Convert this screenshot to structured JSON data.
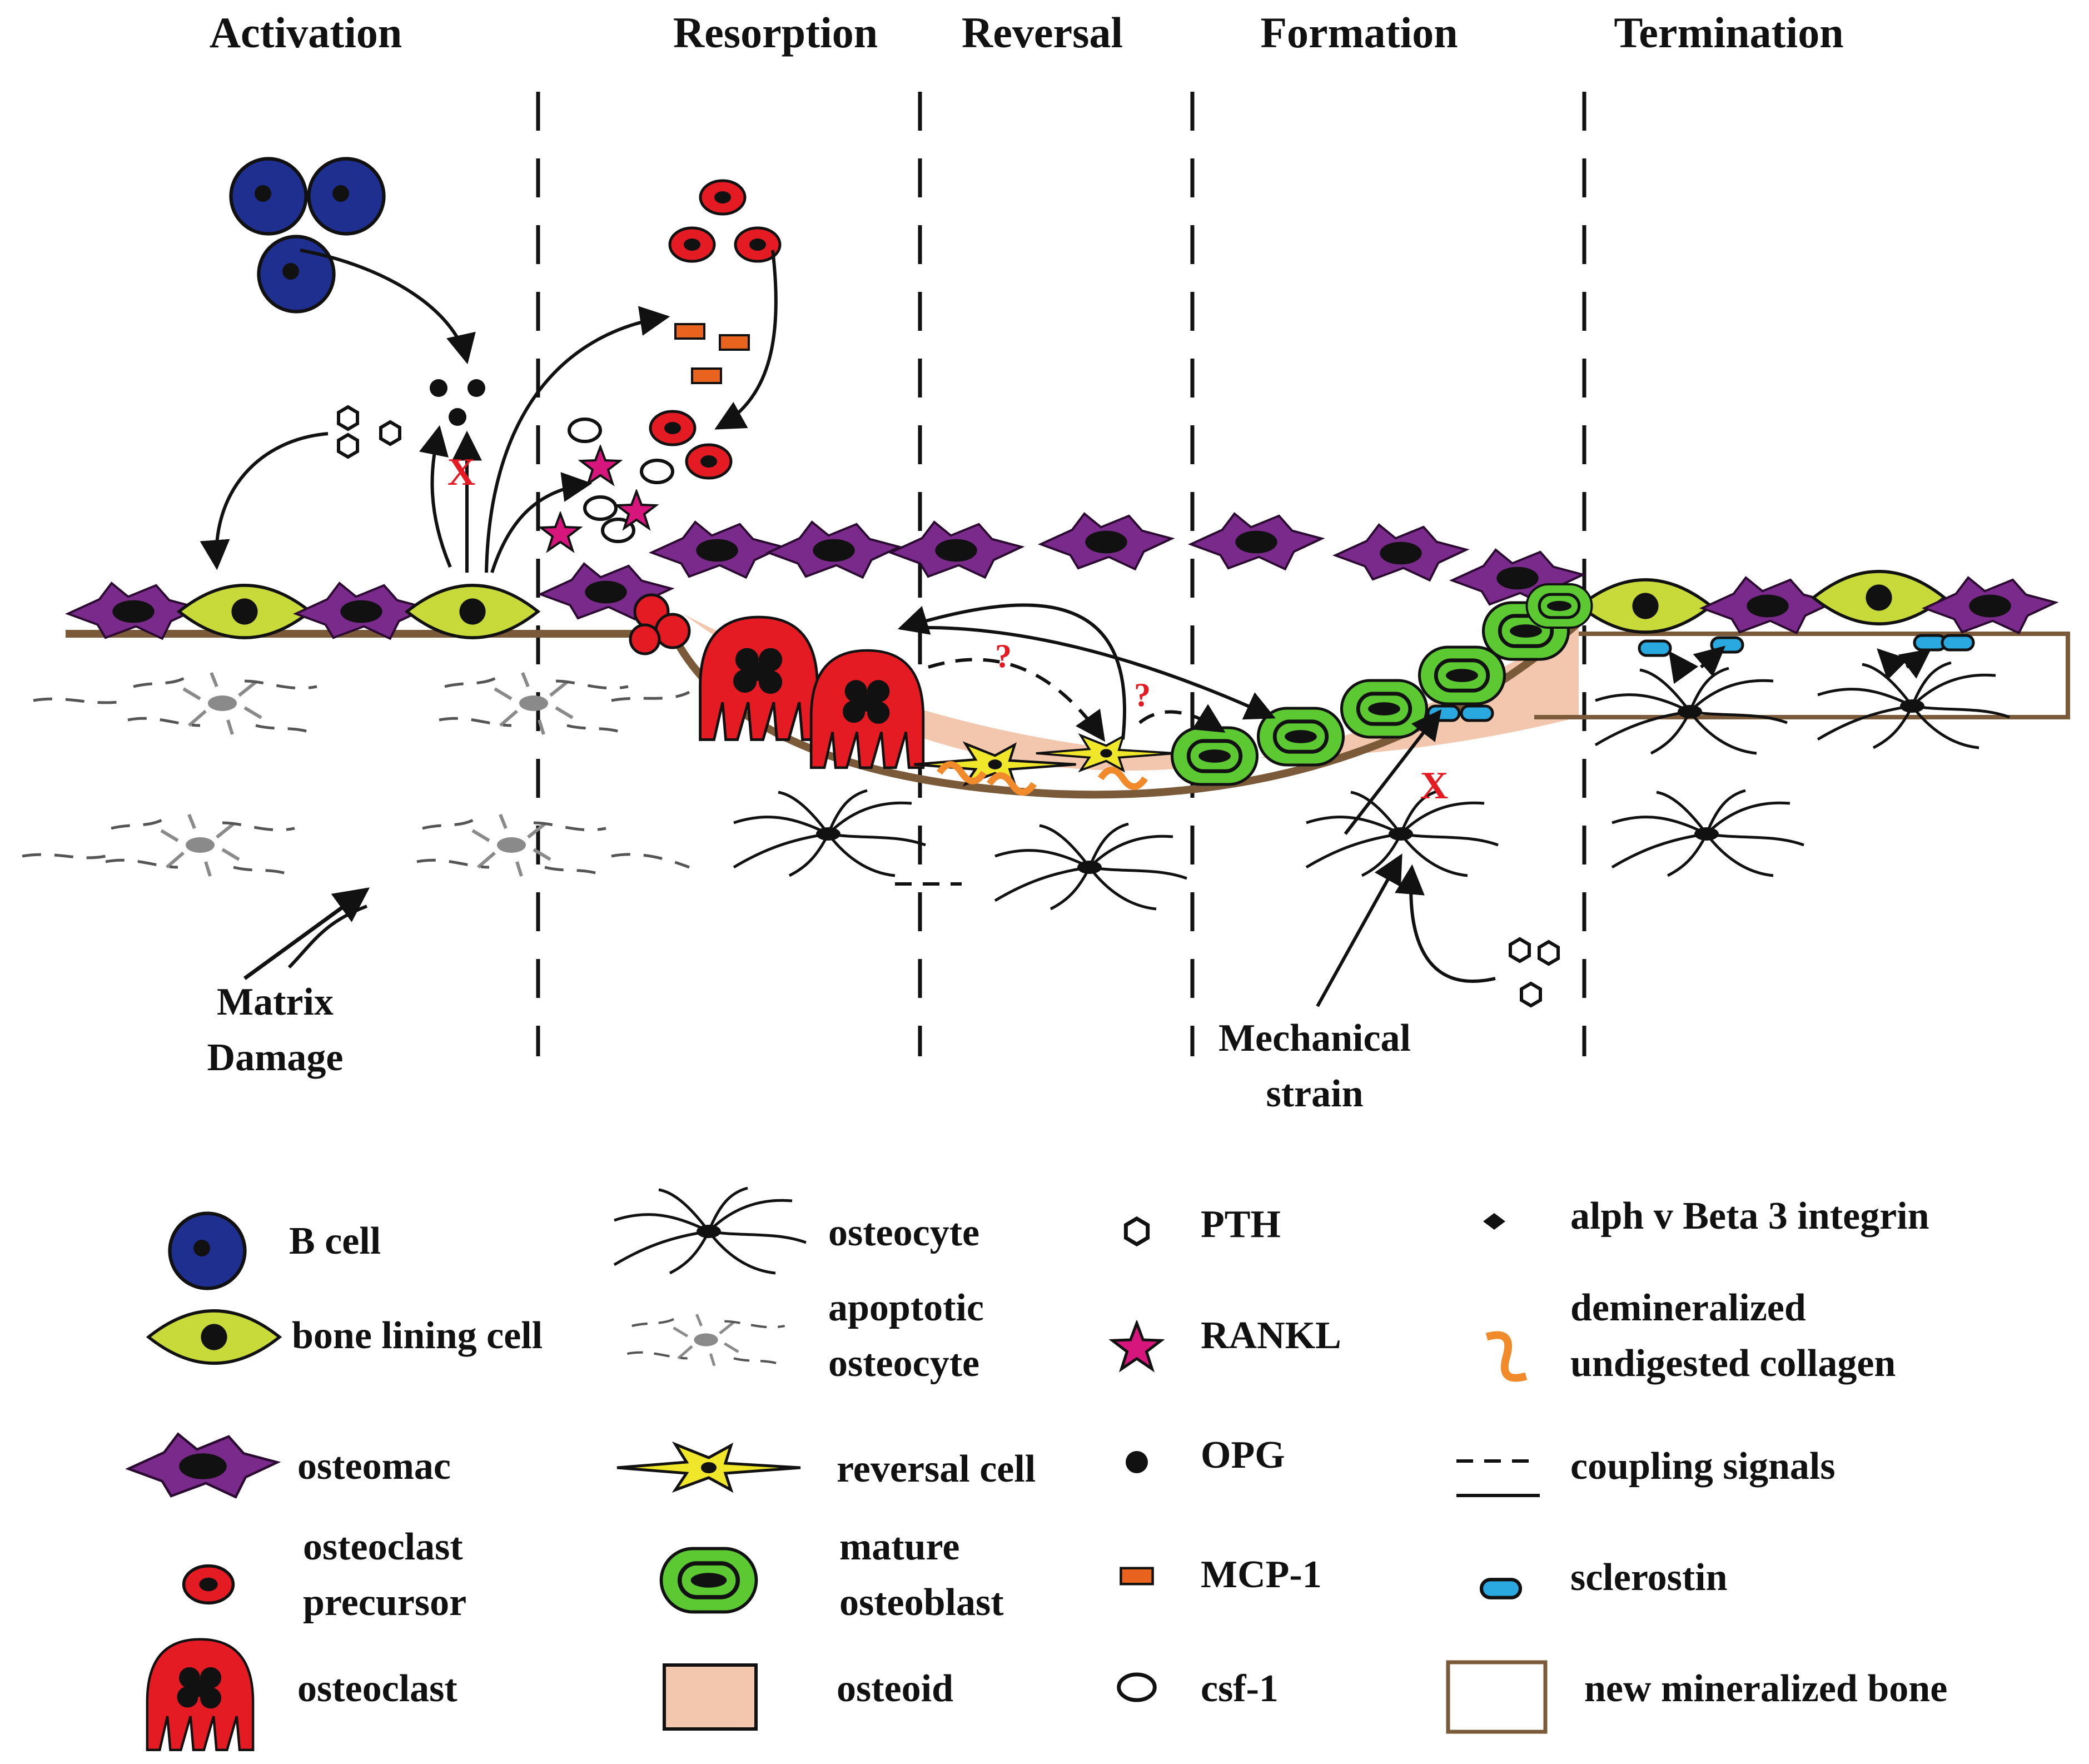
{
  "phases": [
    "Activation",
    "Resorption",
    "Reversal",
    "Formation",
    "Termination"
  ],
  "annotations": {
    "matrix_damage": [
      "Matrix",
      "Damage"
    ],
    "mechanical_strain": [
      "Mechanical",
      "strain"
    ],
    "question_mark": "?",
    "inhibition_mark": "X"
  },
  "legend": [
    {
      "icon": "b-cell-icon",
      "lines": [
        "B cell"
      ]
    },
    {
      "icon": "bone-lining-cell-icon",
      "lines": [
        "bone lining cell"
      ]
    },
    {
      "icon": "osteomac-icon",
      "lines": [
        "osteomac"
      ]
    },
    {
      "icon": "osteoclast-precursor-icon",
      "lines": [
        "osteoclast",
        "precursor"
      ]
    },
    {
      "icon": "osteoclast-icon",
      "lines": [
        "osteoclast"
      ]
    },
    {
      "icon": "osteocyte-icon",
      "lines": [
        "osteocyte"
      ]
    },
    {
      "icon": "apoptotic-osteocyte-icon",
      "lines": [
        "apoptotic",
        "osteocyte"
      ]
    },
    {
      "icon": "reversal-cell-icon",
      "lines": [
        "reversal cell"
      ]
    },
    {
      "icon": "mature-osteoblast-icon",
      "lines": [
        "mature",
        "osteoblast"
      ]
    },
    {
      "icon": "osteoid-icon",
      "lines": [
        "osteoid"
      ]
    },
    {
      "icon": "pth-icon",
      "lines": [
        "PTH"
      ]
    },
    {
      "icon": "rankl-icon",
      "lines": [
        "RANKL"
      ]
    },
    {
      "icon": "opg-icon",
      "lines": [
        "OPG"
      ]
    },
    {
      "icon": "mcp1-icon",
      "lines": [
        "MCP-1"
      ]
    },
    {
      "icon": "csf1-icon",
      "lines": [
        "csf-1"
      ]
    },
    {
      "icon": "integrin-icon",
      "lines": [
        "alph v Beta 3 integrin"
      ]
    },
    {
      "icon": "collagen-icon",
      "lines": [
        "demineralized",
        "undigested collagen"
      ]
    },
    {
      "icon": "coupling-signals-icon",
      "lines": [
        "coupling signals"
      ]
    },
    {
      "icon": "sclerostin-icon",
      "lines": [
        "sclerostin"
      ]
    },
    {
      "icon": "new-mineralized-bone-icon",
      "lines": [
        "new mineralized bone"
      ]
    }
  ],
  "colors": {
    "b_cell": "#1f2f8f",
    "lining_cell": "#c8d93a",
    "osteomac": "#7a2a8a",
    "osteoclast": "#e51b24",
    "osteoblast": "#5cc832",
    "osteoid": "#f2c7ad",
    "bone_line": "#7b5a3a",
    "rankl": "#d6167c",
    "mcp1": "#e8641e",
    "sclerostin": "#29a9e0",
    "reversal_cell": "#f0e62a",
    "collagen": "#f08a2a",
    "apoptotic": "#8a8a8a"
  }
}
